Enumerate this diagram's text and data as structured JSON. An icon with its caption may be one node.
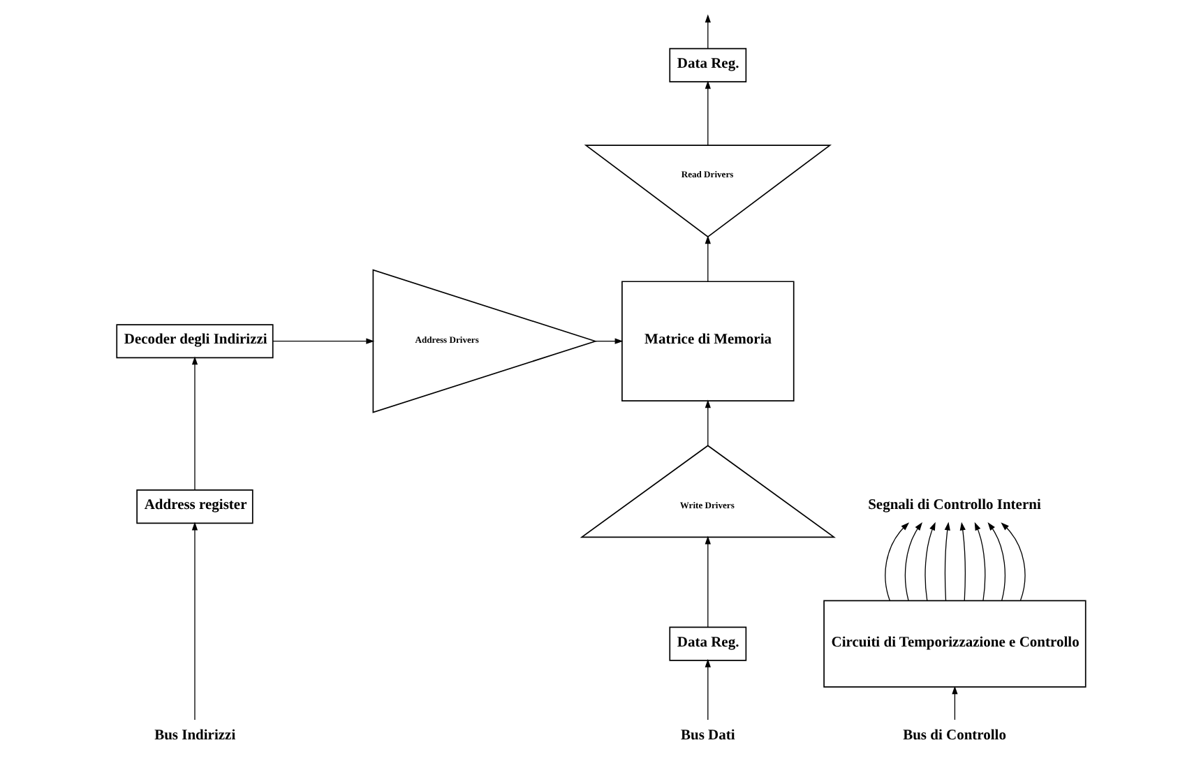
{
  "diagram": {
    "nodes": [
      {
        "text": [
          "Decoder degli Indirizzi"
        ]
      },
      {
        "text": [
          "Address Drivers"
        ]
      },
      {
        "text": [
          "Matrice di Memoria"
        ]
      },
      {
        "text": [
          "Segnali di Controllo Interni"
        ]
      },
      {
        "text": [
          "Circuiti di Temporizzazione e Controllo"
        ]
      },
      {
        "text": [
          "Write Drivers"
        ]
      },
      {
        "text": [
          "Read Drivers"
        ]
      },
      {
        "text": [
          "Address register"
        ]
      },
      {
        "text": [
          "Data Reg."
        ]
      },
      {
        "text": [
          "Data Reg."
        ]
      },
      {
        "text": [
          "Bus Indirizzi"
        ]
      },
      {
        "text": [
          "Bus di Controllo"
        ]
      },
      {
        "text": [
          "Bus Dati"
        ]
      }
    ],
    "edges": [
      {
        "from": 0,
        "to": 1,
        "arrow": "to"
      },
      {
        "from": 1,
        "to": 2,
        "arrow": "to"
      },
      {
        "from": 7,
        "to": 0,
        "arrow": "to"
      },
      {
        "from": 10,
        "to": 7,
        "arrow": "to"
      },
      {
        "from": 4,
        "to": 3,
        "arrow": "to"
      },
      {
        "from": 4,
        "to": 3,
        "arrow": "to"
      },
      {
        "from": 4,
        "to": 3,
        "arrow": "to"
      },
      {
        "from": 4,
        "to": 3,
        "arrow": "to"
      },
      {
        "from": 4,
        "to": 3,
        "arrow": "to"
      },
      {
        "from": 4,
        "to": 3,
        "arrow": "to"
      },
      {
        "from": 4,
        "to": 3,
        "arrow": "to"
      },
      {
        "from": 4,
        "to": 3,
        "arrow": "to"
      },
      {
        "from": 11,
        "to": 4,
        "arrow": "to"
      },
      {
        "from": 12,
        "to": 8,
        "arrow": "to"
      },
      {
        "from": 8,
        "to": 5,
        "arrow": "to"
      },
      {
        "from": 5,
        "to": 2,
        "arrow": "to"
      },
      {
        "from": 2,
        "to": 6,
        "arrow": "to"
      },
      {
        "from": 6,
        "to": 9,
        "arrow": "to"
      },
      {
        "from": 9,
        "to": null,
        "arrow": "to"
      }
    ]
  }
}
